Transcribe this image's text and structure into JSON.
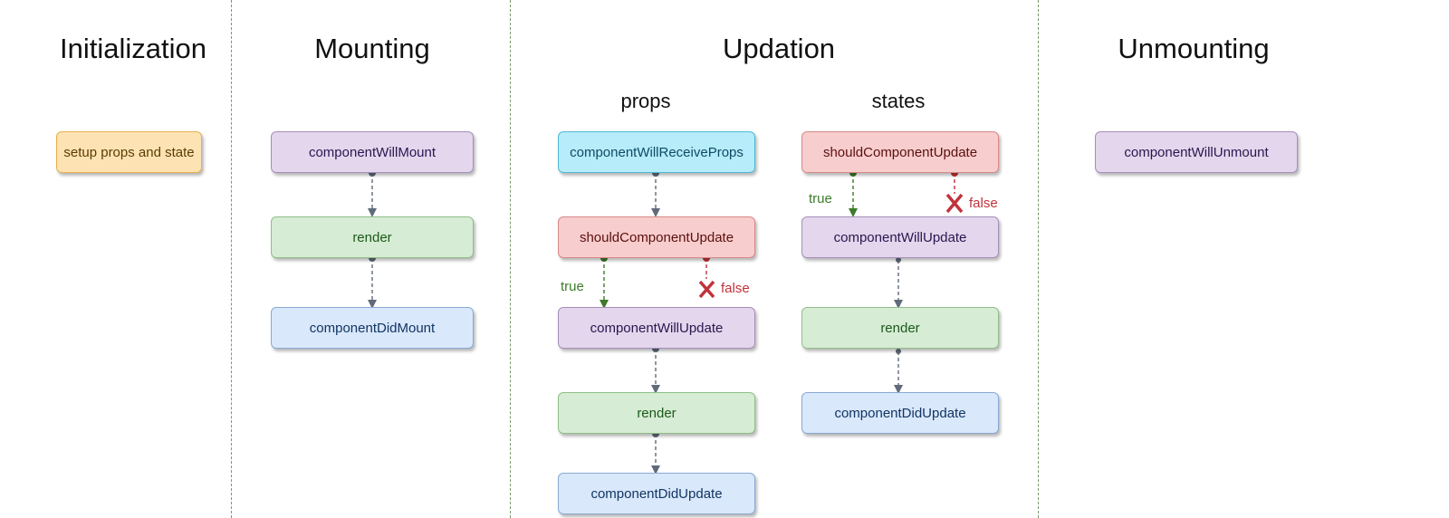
{
  "phases": {
    "initialization": "Initialization",
    "mounting": "Mounting",
    "updation": "Updation",
    "unmounting": "Unmounting"
  },
  "subphases": {
    "props": "props",
    "states": "states"
  },
  "nodes": {
    "setup": "setup props and state",
    "mount_will": "componentWillMount",
    "mount_render": "render",
    "mount_did": "componentDidMount",
    "props_receive": "componentWillReceiveProps",
    "props_should": "shouldComponentUpdate",
    "props_will": "componentWillUpdate",
    "props_render": "render",
    "props_did": "componentDidUpdate",
    "states_should": "shouldComponentUpdate",
    "states_will": "componentWillUpdate",
    "states_render": "render",
    "states_did": "componentDidUpdate",
    "unmount_will": "componentWillUnmount"
  },
  "conditions": {
    "props_true": "true",
    "props_false": "false",
    "states_true": "true",
    "states_false": "false"
  },
  "colors": {
    "divider": "#7a9a6a",
    "connector": "#5f6b7a",
    "true_path": "#3d7a2a",
    "false_path": "#c0333b"
  }
}
